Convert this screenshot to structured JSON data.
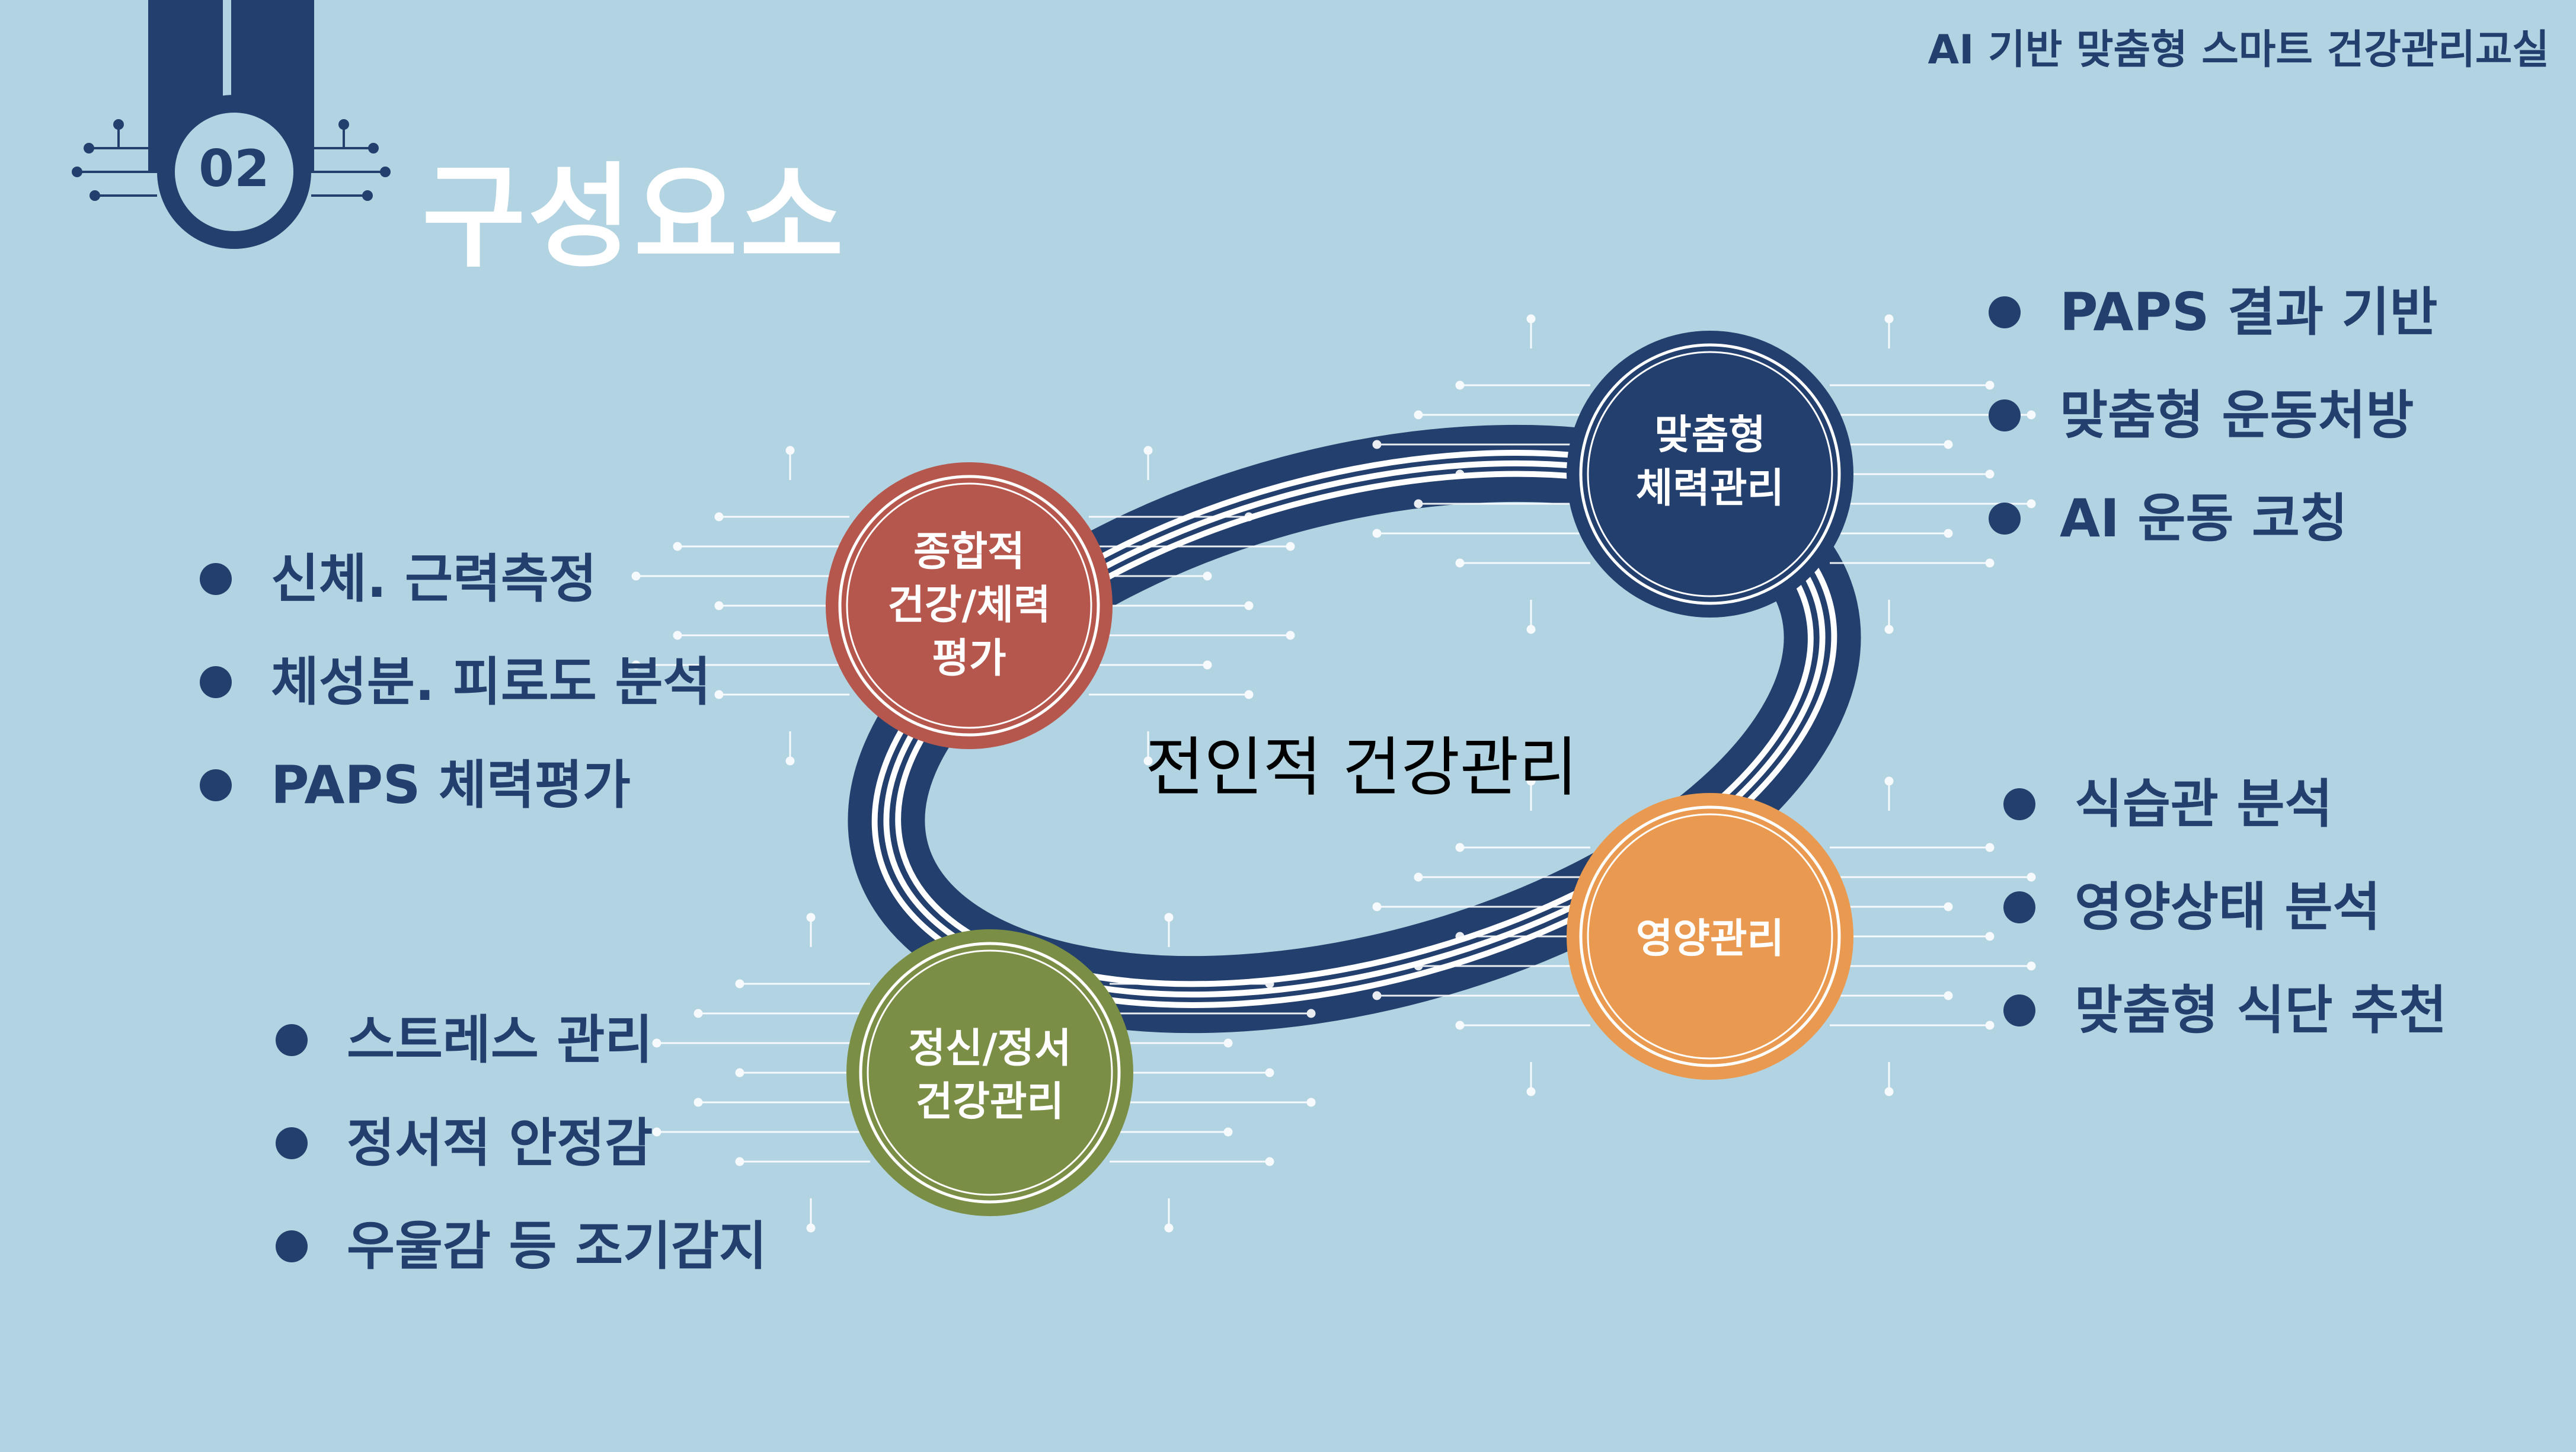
{
  "header": {
    "title": "AI 기반 맞춤형 스마트 건강관리교실"
  },
  "section": {
    "number": "02",
    "title": "구성요소"
  },
  "center": {
    "label": "전인적 건강관리"
  },
  "nodes": [
    {
      "id": "assessment",
      "label": "종합적\n건강/체력\n평가",
      "color": "#b5574d",
      "bullets": [
        "신체. 근력측정",
        "체성분. 피로도 분석",
        "PAPS 체력평가"
      ]
    },
    {
      "id": "fitness",
      "label": "맞춤형\n체력관리",
      "color": "#223f6e",
      "bullets": [
        "PAPS 결과 기반",
        "맞춤형 운동처방",
        "AI 운동 코칭"
      ]
    },
    {
      "id": "nutrition",
      "label": "영양관리",
      "color": "#e99a50",
      "bullets": [
        "식습관 분석",
        "영양상태 분석",
        "맞춤형 식단 추천"
      ]
    },
    {
      "id": "mental",
      "label": "정신/정서\n건강관리",
      "color": "#7b8e45",
      "bullets": [
        "스트레스 관리",
        "정서적 안정감",
        "우울감 등 조기감지"
      ]
    }
  ],
  "colors": {
    "background": "#b2d3e2",
    "navy": "#223f6e",
    "ring_stripe": "#ffffff"
  }
}
